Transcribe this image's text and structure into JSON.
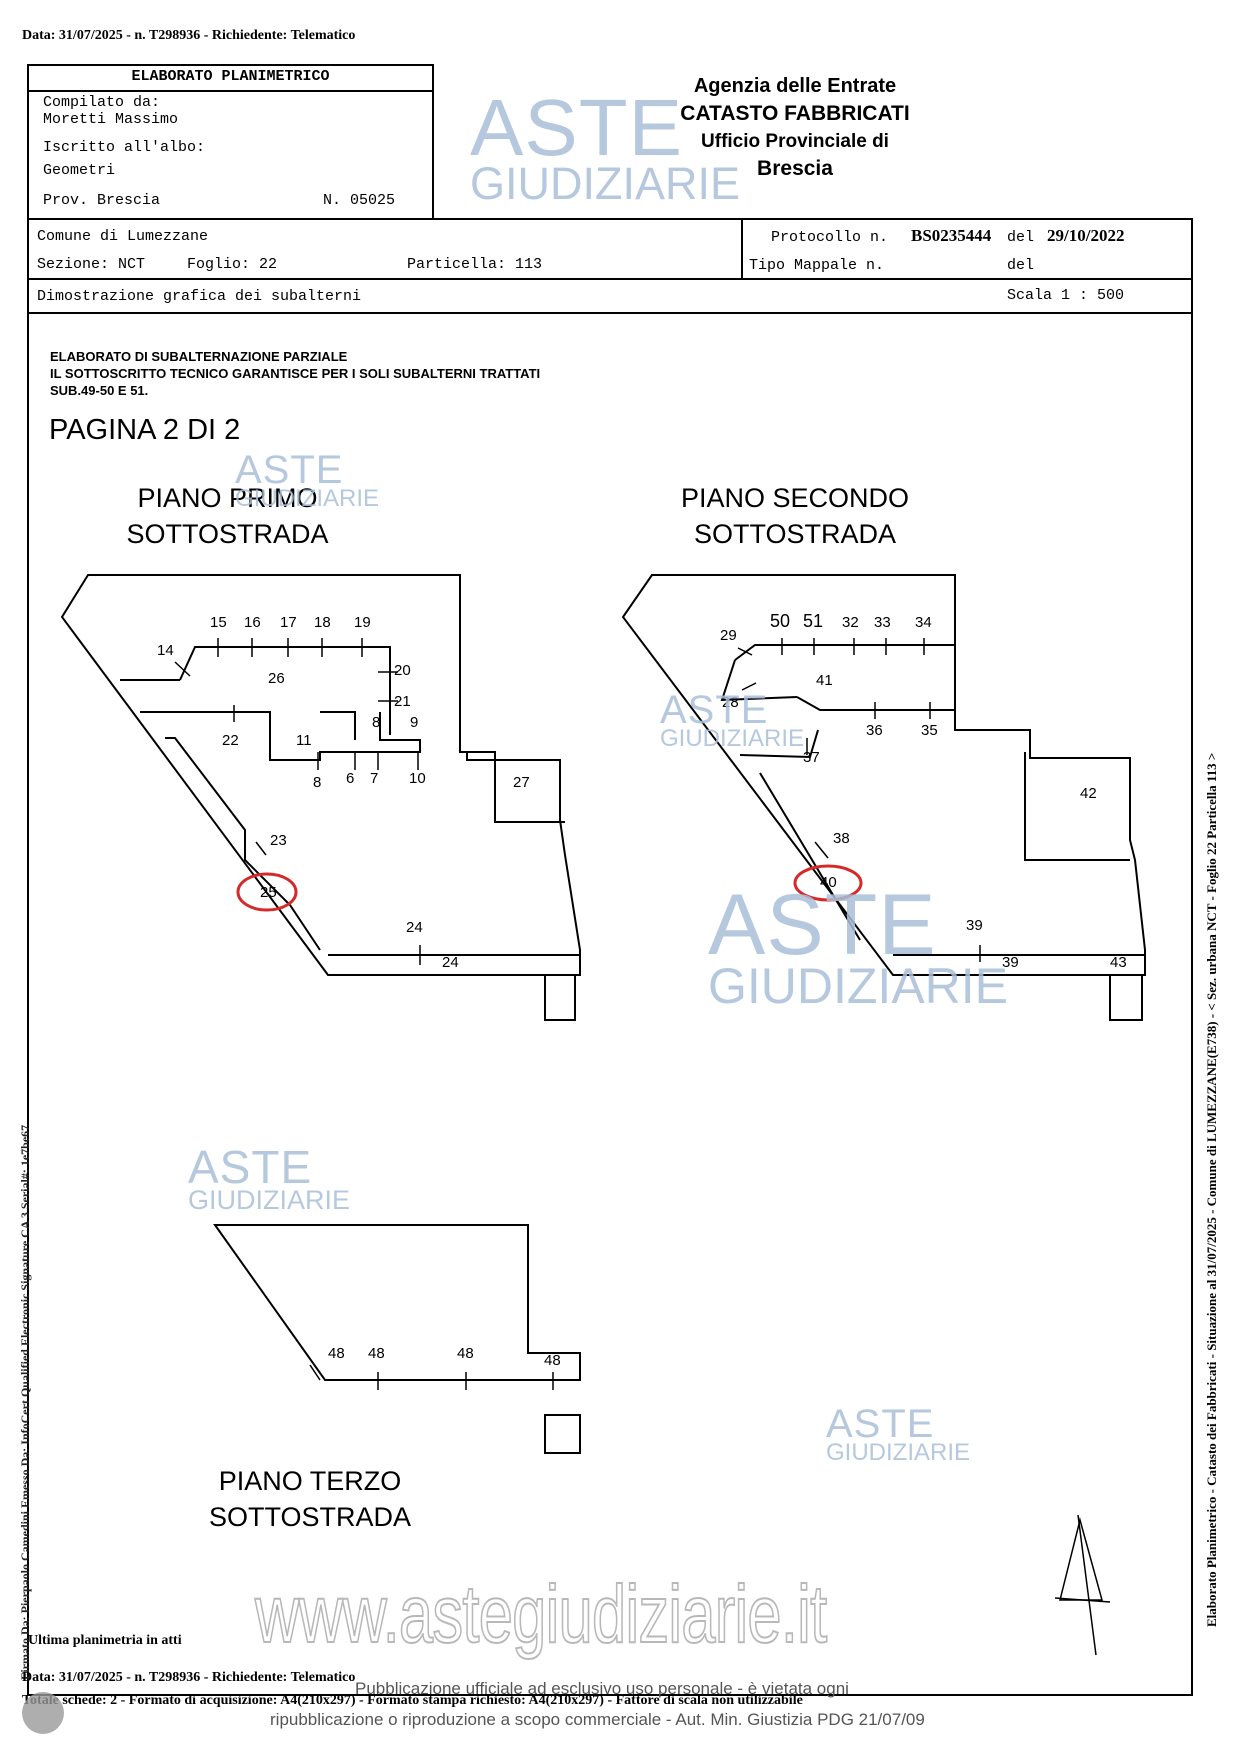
{
  "top_header": "Data: 31/07/2025 - n. T298936 - Richiedente: Telematico",
  "elaborato_box": {
    "title": "ELABORATO PLANIMETRICO",
    "compilato_label": "Compilato da:",
    "compilato_name": "Moretti Massimo",
    "iscritto_label": "Iscritto all'albo:",
    "iscritto_value": "Geometri",
    "prov": "Prov. Brescia",
    "numero": "N. 05025"
  },
  "agency": {
    "line1": "Agenzia delle Entrate",
    "line2": "CATASTO FABBRICATI",
    "line3": "Ufficio Provinciale di",
    "line4": "Brescia"
  },
  "info_row": {
    "comune": "Comune di Lumezzane",
    "sezione": "Sezione: NCT",
    "foglio": "Foglio: 22",
    "particella": "Particella: 113",
    "protocollo_label": "Protocollo n.",
    "protocollo_value": "BS0235444",
    "del_label": "del",
    "protocollo_date": "29/10/2022",
    "tipo_mappale": "Tipo Mappale n.",
    "del_label2": "del"
  },
  "dimostrazione": {
    "label": "Dimostrazione grafica dei subalterni",
    "scala": "Scala 1 : 500"
  },
  "notes": {
    "line1": "ELABORATO DI SUBALTERNAZIONE PARZIALE",
    "line2": "IL SOTTOSCRITTO TECNICO GARANTISCE PER I SOLI SUBALTERNI TRATTATI",
    "line3": "SUB.49-50 E 51."
  },
  "pagina": "PAGINA 2 DI 2",
  "floors": {
    "primo_l1": "PIANO PRIMO",
    "primo_l2": "SOTTOSTRADA",
    "secondo_l1": "PIANO SECONDO",
    "secondo_l2": "SOTTOSTRADA",
    "terzo_l1": "PIANO TERZO",
    "terzo_l2": "SOTTOSTRADA"
  },
  "plan1_labels": [
    "15",
    "16",
    "17",
    "18",
    "19",
    "14",
    "26",
    "20",
    "21",
    "22",
    "11",
    "8",
    "9",
    "8",
    "6",
    "7",
    "10",
    "27",
    "23",
    "25",
    "24",
    "24"
  ],
  "plan2_labels": [
    "50",
    "51",
    "32",
    "33",
    "34",
    "29",
    "41",
    "28",
    "36",
    "35",
    "37",
    "42",
    "38",
    "40",
    "39",
    "39",
    "43"
  ],
  "plan3_labels": [
    "48",
    "48",
    "48",
    "48"
  ],
  "watermark": {
    "word1": "ASTE",
    "word2": "GIUDIZIARIE",
    "site": "www.astegiudiziarie.it"
  },
  "side_text": "Elaborato Planimetrico - Catasto dei Fabbricati - Situazione al 31/07/2025 - Comune di LUMEZZANE(E738) - < Sez. urbana NCT - Foglio 22 Particella 113 >",
  "left_side_text": "Firmato Da: Pierpaolo Camedini Emesso Da: InfoCert Qualified Electronic Signature CA 3 Serial#: 1e7be67",
  "footer": {
    "ultima": "Ultima planimetria in atti",
    "data_line": "Data: 31/07/2025 - n. T298936 - Richiedente: Telematico",
    "schede_line": "Totale schede: 2 - Formato di acquisizione: A4(210x297) - Formato stampa richiesto: A4(210x297) - Fattore di scala non utilizzabile",
    "pub1": "Pubblicazione ufficiale ad esclusivo uso personale - è vietata ogni",
    "pub2": "ripubblicazione o riproduzione a scopo commerciale - Aut. Min. Giustizia PDG 21/07/09"
  },
  "colors": {
    "watermark": "#a9bfd9",
    "circle": "#d42a2a",
    "gavel": "#e7c9a0"
  }
}
